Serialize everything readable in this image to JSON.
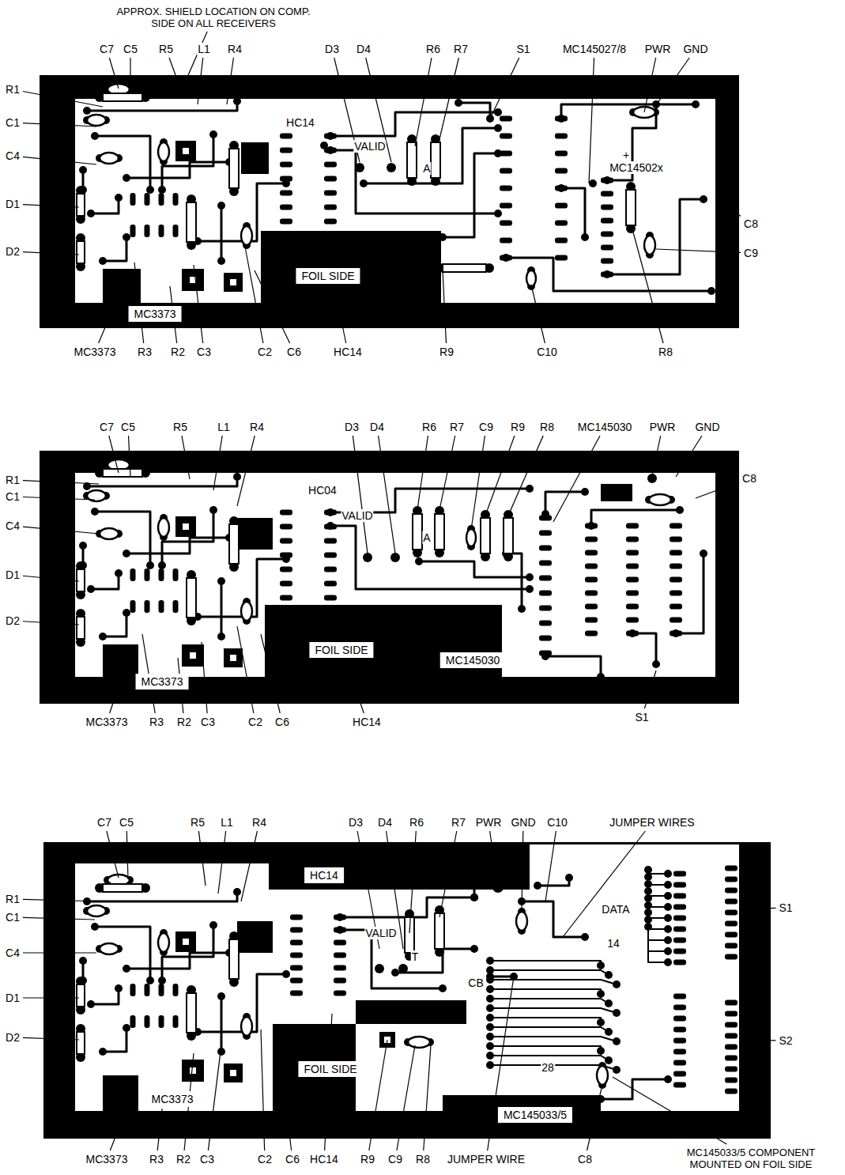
{
  "diagram": {
    "nodes": [
      {
        "text": [
          "FOIL SIDE"
        ]
      },
      {
        "text": [
          "MC3373"
        ]
      },
      {
        "text": [
          "FOIL SIDE"
        ]
      },
      {
        "text": [
          "MC145030"
        ]
      },
      {
        "text": [
          "MC3373"
        ]
      },
      {
        "text": [
          "HC14"
        ]
      },
      {
        "text": [
          "FOIL SIDE"
        ]
      },
      {
        "text": [
          "MC3373"
        ]
      },
      {
        "text": [
          "MC145033/5"
        ]
      }
    ],
    "labels": [
      "APPROX. SHIELD LOCATION ON COMP. SIDE ON ALL RECEIVERS",
      "C7",
      "C5",
      "R5",
      "L1",
      "R4",
      "D3",
      "D4",
      "R6",
      "R7",
      "S1",
      "MC145027/8",
      "PWR",
      "GND",
      "R1",
      "C1",
      "C4",
      "D1",
      "D2",
      "C8",
      "C9",
      "MC3373",
      "R3",
      "R2",
      "C3",
      "C2",
      "C6",
      "HC14",
      "R9",
      "C10",
      "R8",
      "HC14",
      "VALID",
      "A",
      "+",
      "MC14502x",
      "C7",
      "C5",
      "R5",
      "L1",
      "R4",
      "D3",
      "D4",
      "R6",
      "R7",
      "C9",
      "R9",
      "R8",
      "MC145030",
      "PWR",
      "GND",
      "C8",
      "R1",
      "C1",
      "C4",
      "D1",
      "D2",
      "MC3373",
      "R3",
      "R2",
      "C3",
      "C2",
      "C6",
      "HC14",
      "S1",
      "HC04",
      "VALID",
      "A",
      "C7",
      "C5",
      "R5",
      "L1",
      "R4",
      "D3",
      "D4",
      "R6",
      "R7",
      "PWR",
      "GND",
      "C10",
      "JUMPER WIRES",
      "R1",
      "C1",
      "C4",
      "D1",
      "D2",
      "S1",
      "S2",
      "MC3373",
      "R3",
      "R2",
      "C3",
      "C2",
      "C6",
      "HC14",
      "R9",
      "C9",
      "R8",
      "JUMPER WIRE",
      "C8",
      "MC145033/5 COMPONENT MOUNTED ON FOIL SIDE",
      "VALID",
      "T",
      "DATA",
      "14",
      "CB",
      "28"
    ]
  }
}
